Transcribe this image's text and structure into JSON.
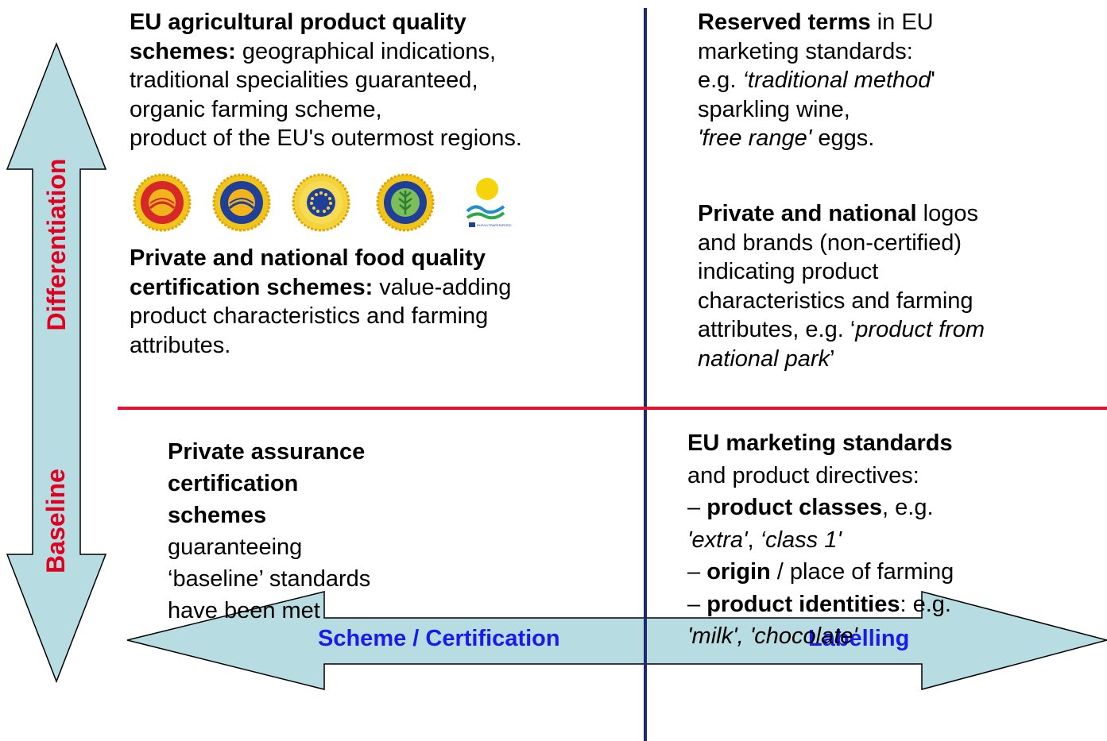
{
  "axes": {
    "vertical_top": "Differentiation",
    "vertical_bottom": "Baseline",
    "horizontal_left": "Scheme / Certification",
    "horizontal_right": "Labelling"
  },
  "colors": {
    "arrow_fill": "#b7dde2",
    "divider_vertical": "#1f2a6b",
    "divider_horizontal": "#e8102e",
    "axis_label_red": "#e00020",
    "axis_label_blue": "#1a1aee"
  },
  "top_left": {
    "eu_heading_1": "EU agricultural product quality",
    "eu_heading_2": "schemes:",
    "eu_rest_1": " geographical indications,",
    "eu_line_2": "traditional specialities guaranteed,",
    "eu_line_3": "organic farming scheme,",
    "eu_line_4": "product of the EU's outermost regions.",
    "logos": [
      "pdo-seal-icon",
      "pgi-seal-icon",
      "tsg-seal-icon",
      "organic-seal-icon",
      "outermost-regions-logo-icon"
    ],
    "outermost_caption": "RUP/ULTRAPERIFERIC",
    "private_heading_1": "Private and national food quality",
    "private_heading_2": "certification schemes:",
    "private_rest_1": " value-adding",
    "private_line_2": "product characteristics and farming",
    "private_line_3": "attributes."
  },
  "top_right": {
    "reserved_bold": "Reserved terms",
    "reserved_rest": " in EU",
    "line_2": "marketing standards:",
    "eg_prefix": "e.g. ",
    "traditional_method": "‘traditional method",
    "quote_close": "'",
    "line_4": "sparkling wine,",
    "free_range": "'free range'",
    "eggs": "  eggs.",
    "private_bold": "Private and national",
    "private_rest": " logos",
    "p_line_2": "and brands (non-certified)",
    "p_line_3": "indicating product",
    "p_line_4": "characteristics and farming",
    "p_line_5_prefix": "attributes, e.g. ‘",
    "product_from": "product from",
    "national_park": "national park",
    "p_end_quote": "’"
  },
  "bottom_left": {
    "heading_1": "Private assurance",
    "heading_2": "certification",
    "heading_3": "schemes",
    "line_4": "guaranteeing",
    "line_5": "‘baseline’ standards",
    "line_6": "have been met"
  },
  "bottom_right": {
    "heading": "EU marketing standards",
    "line_2": "and product directives:",
    "dash": "– ",
    "classes_bold": "product classes",
    "classes_rest": ", e.g.",
    "classes_examples_1": "'extra'",
    "classes_sep": ", ",
    "classes_examples_2": "‘class 1'",
    "origin_bold": "origin",
    "origin_rest": " / place of farming",
    "identities_bold": "product identities",
    "identities_rest": ": e.g.",
    "identities_examples": "'milk', 'chocolate'"
  }
}
